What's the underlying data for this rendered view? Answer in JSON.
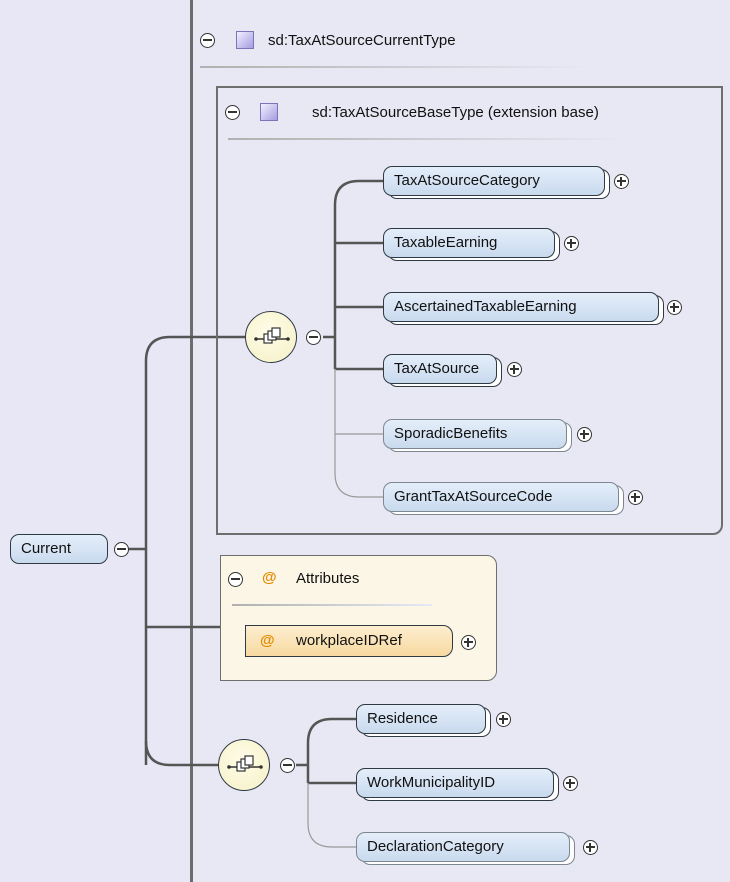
{
  "root": {
    "label": "Current"
  },
  "complex_type": {
    "title": "sd:TaxAtSourceCurrentType"
  },
  "extension": {
    "title": "sd:TaxAtSourceBaseType (extension base)",
    "elements": [
      {
        "label": "TaxAtSourceCategory"
      },
      {
        "label": "TaxableEarning"
      },
      {
        "label": "AscertainedTaxableEarning"
      },
      {
        "label": "TaxAtSource"
      },
      {
        "label": "SporadicBenefits"
      },
      {
        "label": "GrantTaxAtSourceCode"
      }
    ]
  },
  "attributes": {
    "title": "Attributes",
    "at_symbol": "@",
    "items": [
      {
        "label": "workplaceIDRef"
      }
    ]
  },
  "sequence2": {
    "elements": [
      {
        "label": "Residence"
      },
      {
        "label": "WorkMunicipalityID"
      },
      {
        "label": "DeclarationCategory"
      }
    ]
  },
  "colors": {
    "node_fill": "#c9daee",
    "attr_fill": "#f7d9a0",
    "panel_bg": "#e8e8f4",
    "at_color": "#e38a00"
  }
}
